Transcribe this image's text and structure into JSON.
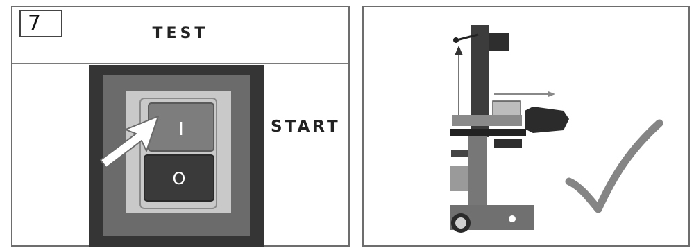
{
  "step": {
    "number": "7"
  },
  "test_panel": {
    "title": "TEST",
    "start_label": "START",
    "on_symbol": "I",
    "off_symbol": "O"
  },
  "icons": {
    "arrow": "pointer-arrow-icon",
    "check": "checkmark-icon",
    "machine": "log-splitter-icon"
  },
  "colors": {
    "housing_outer": "#353535",
    "housing_mid": "#6b6b6b",
    "plate": "#c9c9c9",
    "button_on": "#7d7d7d",
    "button_off": "#3a3a3a",
    "check": "#808080"
  }
}
